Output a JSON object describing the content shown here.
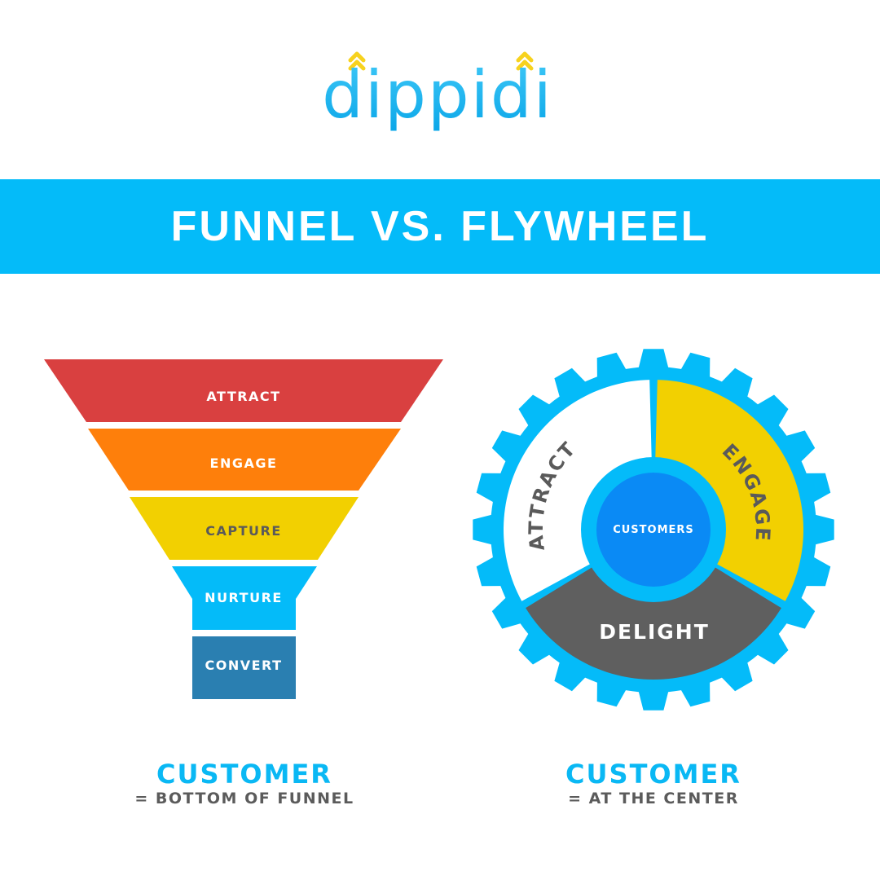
{
  "logo": {
    "text": "dippidi",
    "colors": {
      "letters": "#0fb3f0",
      "arrows": "#f7d21e"
    }
  },
  "banner": {
    "title": "FUNNEL VS. FLYWHEEL",
    "color": "#04bbf9"
  },
  "funnel": {
    "stages": [
      {
        "label": "ATTRACT",
        "color": "#d94040",
        "text_color": "#ffffff"
      },
      {
        "label": "ENGAGE",
        "color": "#fe7f0b",
        "text_color": "#ffffff"
      },
      {
        "label": "CAPTURE",
        "color": "#f2d001",
        "text_color": "#5a5a5a"
      },
      {
        "label": "NURTURE",
        "color": "#04bbf9",
        "text_color": "#ffffff"
      },
      {
        "label": "CONVERT",
        "color": "#2a7fb1",
        "text_color": "#ffffff"
      }
    ],
    "caption": {
      "title": "CUSTOMER",
      "subtitle": "= BOTTOM OF FUNNEL"
    }
  },
  "flywheel": {
    "gear_color": "#04bbf9",
    "segments": [
      {
        "label": "ATTRACT",
        "color": "#ffffff",
        "text_color": "#5a5a5a"
      },
      {
        "label": "ENGAGE",
        "color": "#f2d001",
        "text_color": "#5a5a5a"
      },
      {
        "label": "DELIGHT",
        "color": "#5f5f5f",
        "text_color": "#ffffff"
      }
    ],
    "center": {
      "label": "CUSTOMERS",
      "color": "#0a8af5",
      "ring_color": "#04bbf9",
      "text_color": "#ffffff"
    },
    "caption": {
      "title": "CUSTOMER",
      "subtitle": "= AT THE CENTER"
    }
  }
}
